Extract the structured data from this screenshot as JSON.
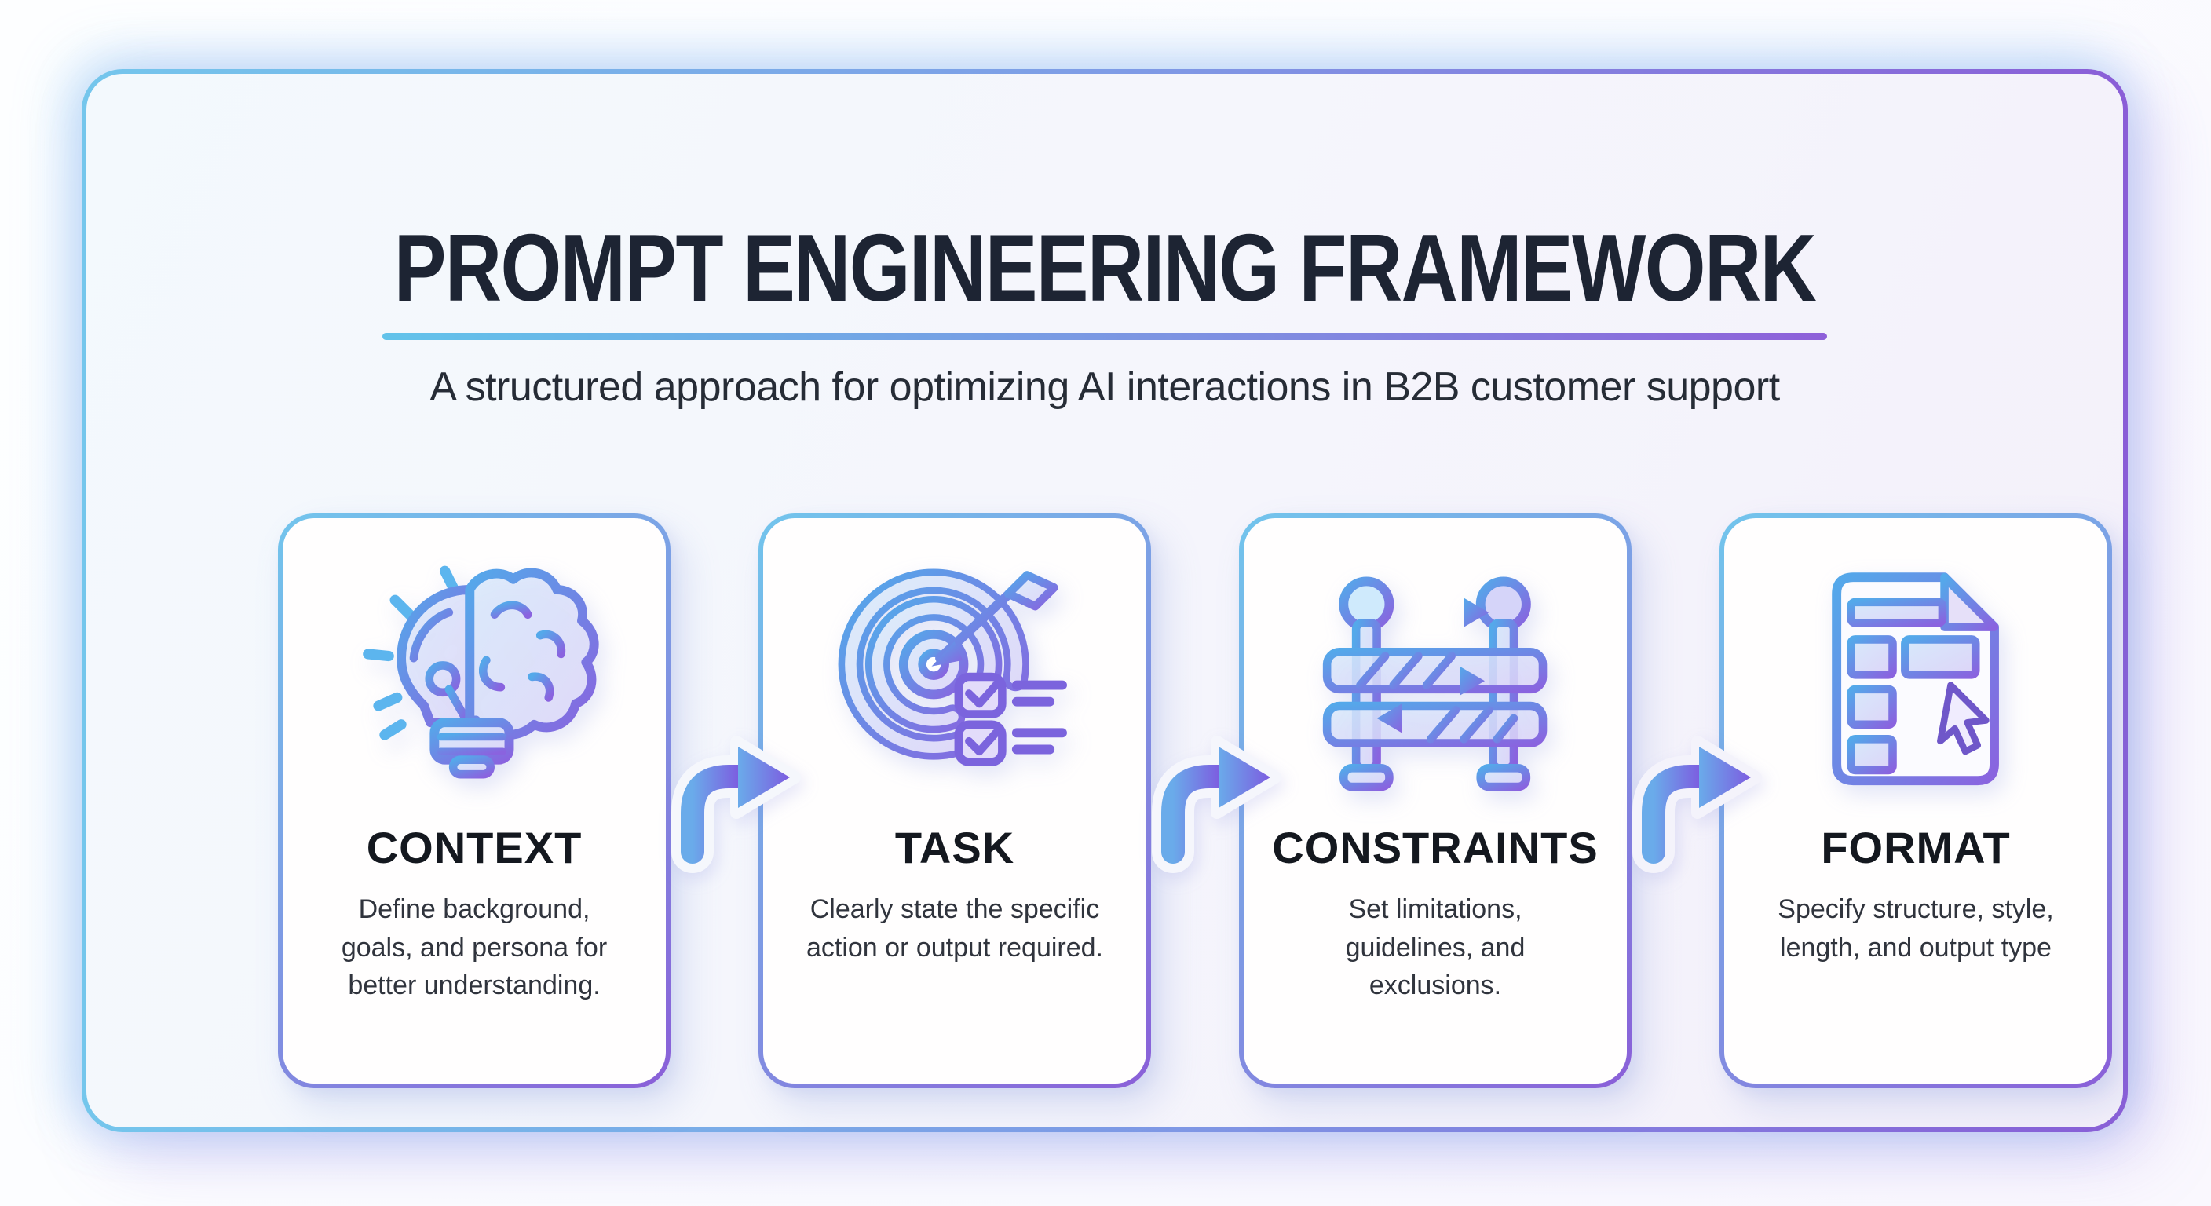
{
  "page": {
    "title": "PROMPT ENGINEERING FRAMEWORK",
    "subtitle": "A structured approach for optimizing AI interactions in B2B customer support"
  },
  "steps": [
    {
      "title": "CONTEXT",
      "description": "Define background, goals, and persona for better understanding.",
      "icon": "lightbulb-brain-icon"
    },
    {
      "title": "TASK",
      "description": "Clearly state the specific action or output required.",
      "icon": "target-checklist-icon"
    },
    {
      "title": "CONSTRAINTS",
      "description": "Set limitations, guidelines, and exclusions.",
      "icon": "barrier-arrows-icon"
    },
    {
      "title": "FORMAT",
      "description": "Specify structure, style, length, and output type",
      "icon": "document-layout-cursor-icon"
    }
  ],
  "connectors": [
    {
      "icon": "curved-arrow-right-icon"
    },
    {
      "icon": "curved-arrow-right-icon"
    },
    {
      "icon": "curved-arrow-right-icon"
    }
  ],
  "colors": {
    "accent_blue": "#6fc2ec",
    "accent_purple": "#8a5fd8",
    "title_text": "#1d2433",
    "subtitle_text": "#262c36",
    "card_title_text": "#14181f",
    "body_text": "#30343d",
    "card_background": "#fffefe"
  }
}
